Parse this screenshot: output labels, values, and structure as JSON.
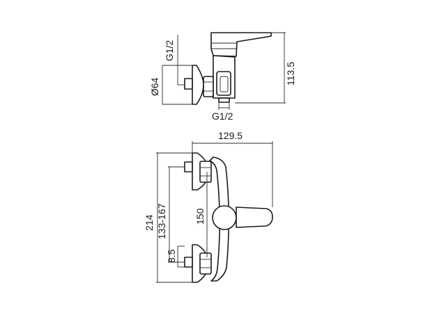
{
  "labels": {
    "thread_side": "G1/2",
    "diameter": "Ø64",
    "height": "113.5",
    "thread_bottom": "G1/2",
    "width": "129.5",
    "total_height": "214",
    "center_range": "133-167",
    "center": "150",
    "offset": "8.5"
  },
  "colors": {
    "line": "#1a1a1a",
    "background": "#ffffff"
  }
}
